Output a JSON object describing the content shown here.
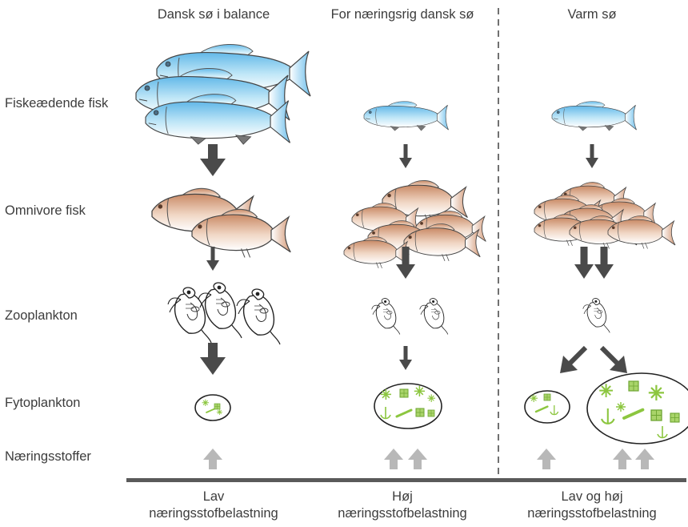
{
  "columns": [
    {
      "title": "Dansk sø i balance",
      "bottom_line1": "Lav",
      "bottom_line2": "næringsstofbelastning"
    },
    {
      "title": "For næringsrig dansk sø",
      "bottom_line1": "Høj",
      "bottom_line2": "næringsstofbelastning"
    },
    {
      "title": "Varm sø",
      "bottom_line1": "Lav og høj",
      "bottom_line2": "næringsstofbelastning"
    }
  ],
  "rows": [
    {
      "label": "Fiskeædende fisk"
    },
    {
      "label": "Omnivore fisk"
    },
    {
      "label": "Zooplankton"
    },
    {
      "label": "Fytoplankton"
    },
    {
      "label": "Næringsstoffer"
    }
  ],
  "colors": {
    "predator_fish": "#8fd0ee",
    "omnivore_fish": "#e2b79c",
    "phytoplankton": "#8cc63f",
    "arrow_dark": "#4a4a4a",
    "arrow_light": "#b8b8b8",
    "baseline": "#5a5a5a"
  }
}
